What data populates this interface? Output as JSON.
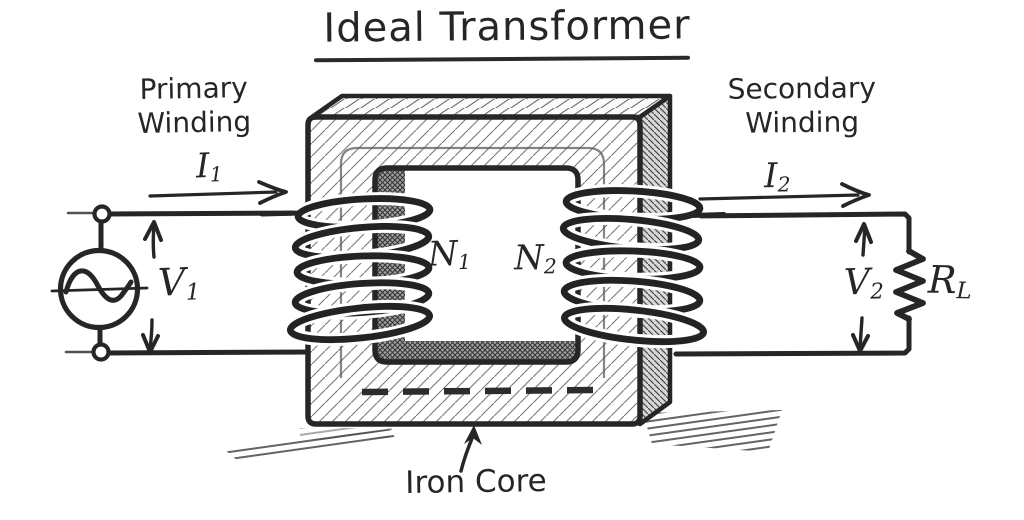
{
  "colors": {
    "ink": "#2a2a2a",
    "paper": "#ffffff",
    "hatch": "#555555"
  },
  "title": {
    "text": "Ideal Transformer"
  },
  "labels": {
    "primary_winding": {
      "line1": "Primary",
      "line2": "Winding"
    },
    "secondary_winding": {
      "line1": "Secondary",
      "line2": "Winding"
    },
    "iron_core": "Iron Core"
  },
  "symbols": {
    "i1": {
      "base": "I",
      "sub": "1"
    },
    "i2": {
      "base": "I",
      "sub": "2"
    },
    "v1": {
      "base": "V",
      "sub": "1"
    },
    "v2": {
      "base": "V",
      "sub": "2"
    },
    "n1": {
      "base": "N",
      "sub": "1"
    },
    "n2": {
      "base": "N",
      "sub": "2"
    },
    "rl": {
      "base": "R",
      "sub": "L"
    }
  }
}
